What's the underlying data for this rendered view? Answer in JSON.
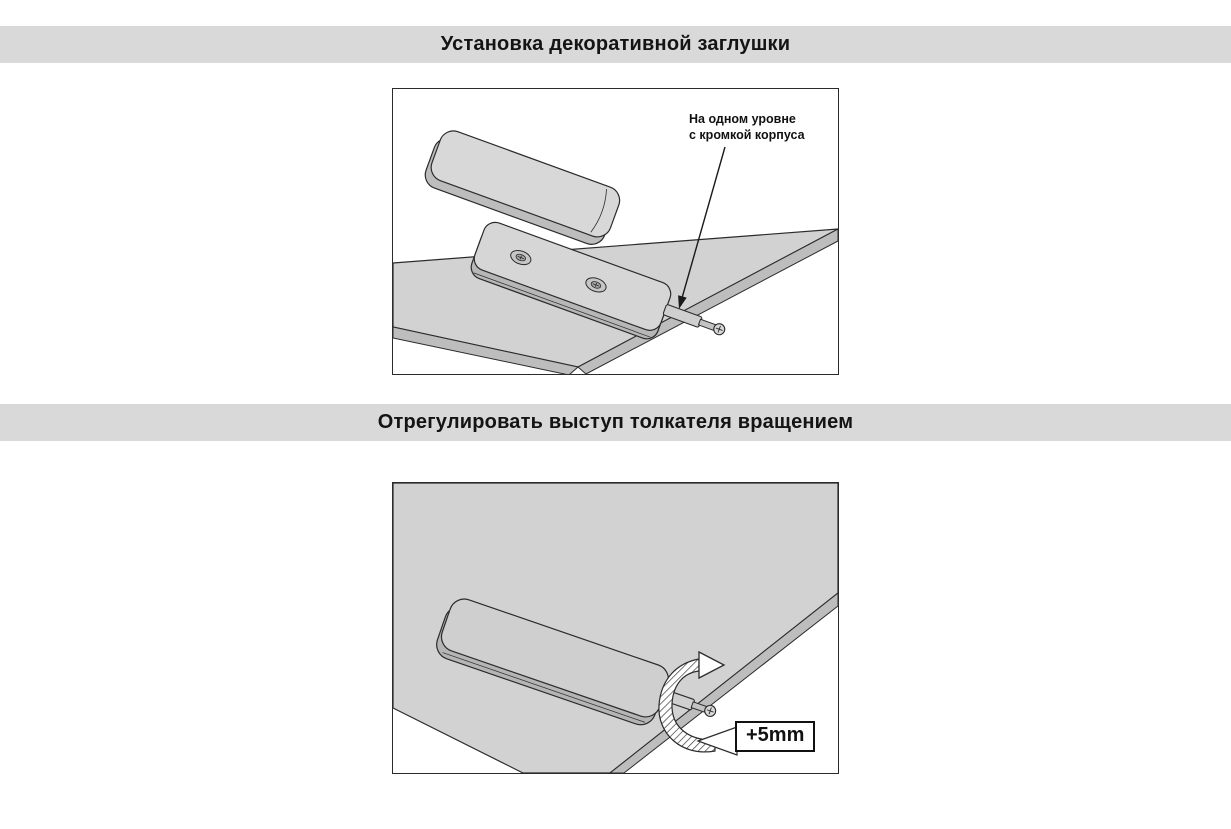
{
  "page": {
    "background": "#ffffff"
  },
  "colors": {
    "header_bar": "#d9d9d9",
    "text": "#141414",
    "board_top": "#d2d2d2",
    "board_edge": "#bdbdbd",
    "device_top": "#d6d6d6",
    "device_side": "#b7b7b7",
    "outline": "#2b2b2b"
  },
  "sections": [
    {
      "title": "Установка декоративной заглушки",
      "figure": "exploded-cap-installation",
      "annotation": {
        "line1": "На одном уровне",
        "line2": "с кромкой корпуса"
      }
    },
    {
      "title": "Отрегулировать выступ толкателя вращением",
      "figure": "pusher-adjustment-rotation",
      "dimension_label": "+5mm"
    }
  ]
}
